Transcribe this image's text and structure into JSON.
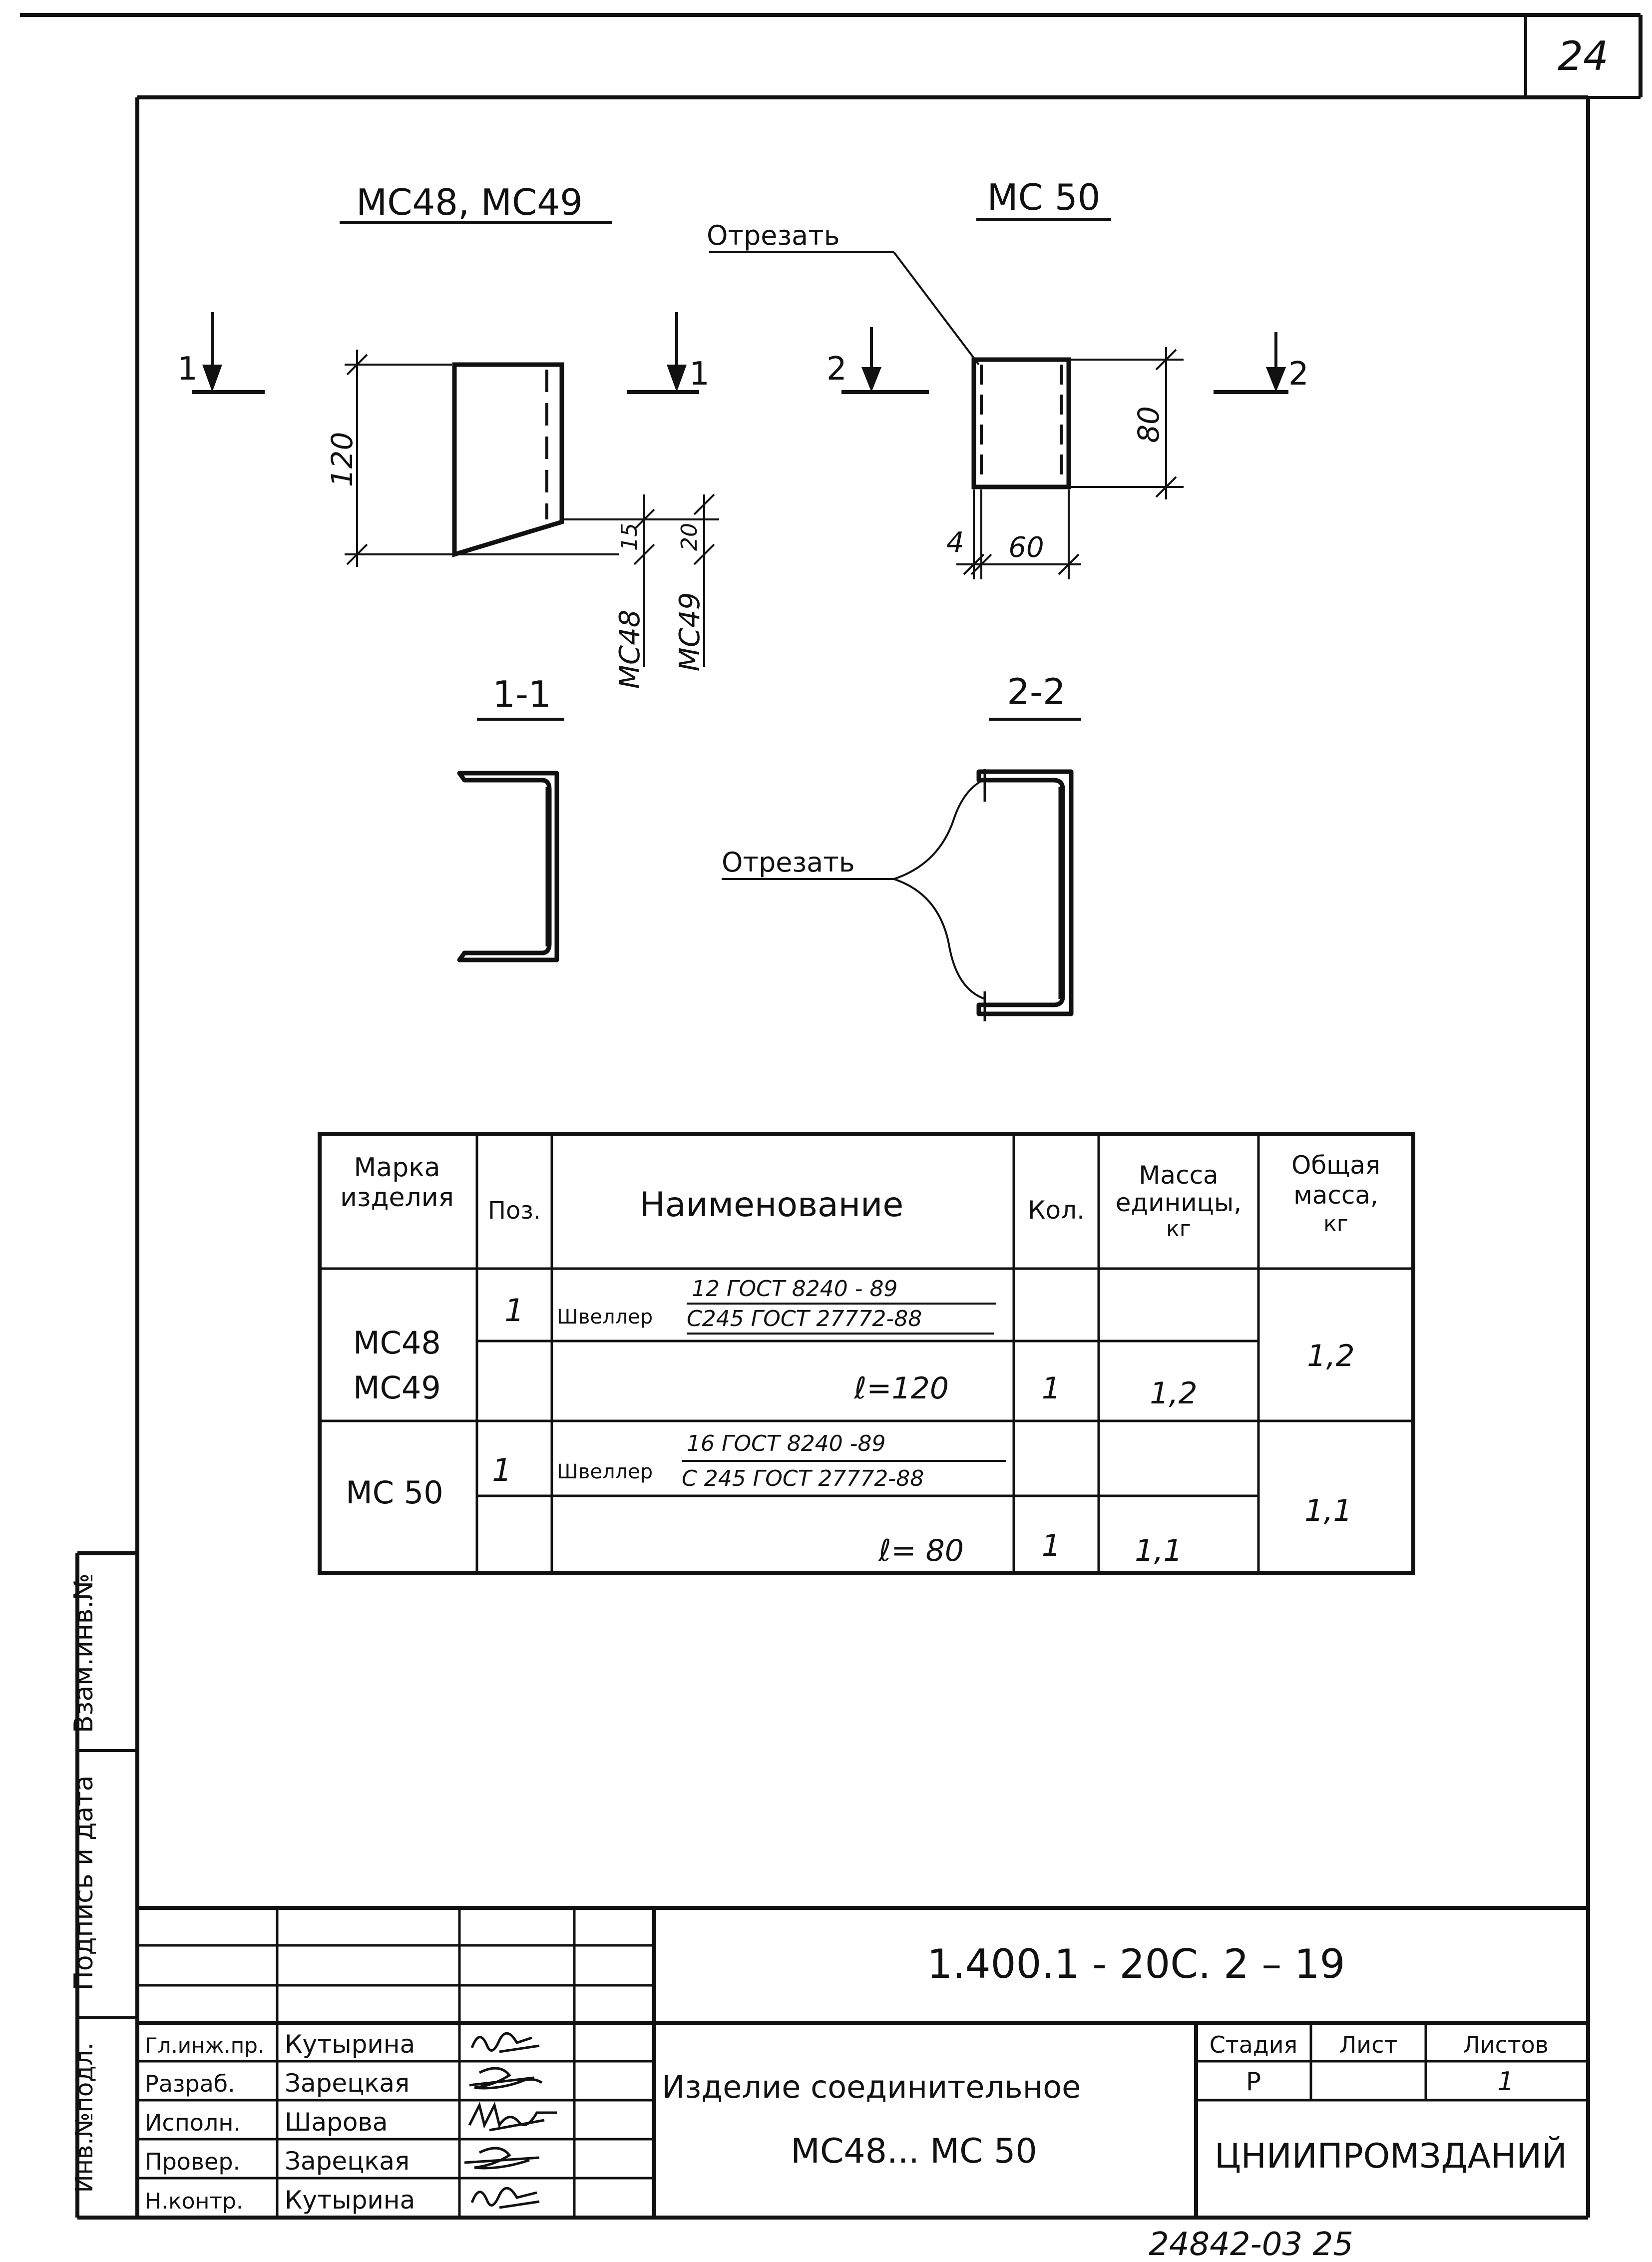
{
  "page_number": "24",
  "views": {
    "mc48_mc49": {
      "title": "МС48, МС49",
      "section_mark": "1"
    },
    "mc50": {
      "title": "МС 50",
      "section_mark": "2"
    },
    "cut_note": "Отрезать",
    "dims": {
      "height_120": "120",
      "d15": "15",
      "d20": "20",
      "mc48": "МС48",
      "mc49": "МС49",
      "height_80": "80",
      "d4": "4",
      "width_60": "60"
    },
    "section_1_1": "1-1",
    "section_2_2": "2-2"
  },
  "spec_table": {
    "headers": {
      "mark": [
        "Марка",
        "изделия"
      ],
      "pos": "Поз.",
      "name": "Наименование",
      "qty": "Кол.",
      "unit_mass": [
        "Масса",
        "единицы,",
        "кг"
      ],
      "total_mass": [
        "Общая",
        "масса,",
        "кг"
      ]
    },
    "rows": [
      {
        "marks": [
          "МС48",
          "МС49"
        ],
        "pos": "1",
        "name_prefix": "Швеллер",
        "numerator": "12 ГОСТ 8240 - 89",
        "denominator": "С245 ГОСТ 27772-88",
        "length": "ℓ=120",
        "qty": "1",
        "unit_mass": "1,2",
        "total_mass": "1,2"
      },
      {
        "marks": [
          "МС 50"
        ],
        "pos": "1",
        "name_prefix": "Швеллер",
        "numerator": "16 ГОСТ 8240 -89",
        "denominator": "С 245 ГОСТ 27772-88",
        "length": "ℓ= 80",
        "qty": "1",
        "unit_mass": "1,1",
        "total_mass": "1,1"
      }
    ]
  },
  "left_margin": {
    "inv_podl": "Инв.№подл.",
    "signature_date": "Подпись и дата",
    "vzam_inv": "Взам.инв.№"
  },
  "title_block": {
    "doc_code": "1.400.1 - 20С. 2 – 19",
    "roles": [
      {
        "role": "Гл.инж.пр.",
        "name": "Кутырина"
      },
      {
        "role": "Разраб.",
        "name": "Зарецкая"
      },
      {
        "role": "Исполн.",
        "name": "Шарова"
      },
      {
        "role": "Провер.",
        "name": "Зарецкая"
      },
      {
        "role": "Н.контр.",
        "name": "Кутырина"
      }
    ],
    "item_title_line1": "Изделие соединительное",
    "item_title_line2": "МС48... МС 50",
    "stage_label": "Стадия",
    "sheet_label": "Лист",
    "sheets_label": "Листов",
    "stage_value": "Р",
    "sheet_value": "",
    "sheets_value": "1",
    "organization": "ЦНИИПРОМЗДАНИЙ"
  },
  "archive_number": "24842-03  25"
}
